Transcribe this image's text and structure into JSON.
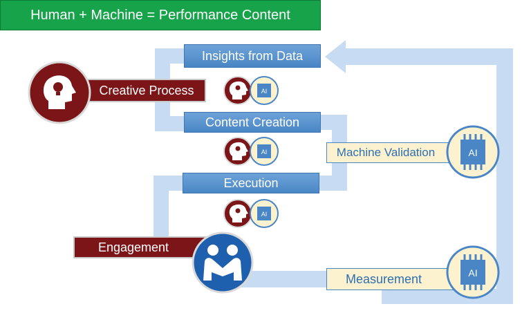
{
  "title": "Human + Machine = Performance Content",
  "steps": {
    "insights": "Insights from Data",
    "content_creation": "Content Creation",
    "execution": "Execution"
  },
  "labels": {
    "creative_process": "Creative Process",
    "engagement": "Engagement",
    "machine_validation": "Machine Validation",
    "measurement": "Measurement"
  },
  "icons": {
    "ai_text": "AI",
    "human_icon": "head-lightbulb-icon",
    "machine_icon": "ai-chip-icon",
    "engagement_icon": "handshake-icon"
  },
  "colors": {
    "banner": "#16a34a",
    "step_blue": "#4a86c5",
    "connector_blue": "#c7dbf2",
    "human_red": "#7b1518",
    "cream": "#fdf2d0"
  }
}
